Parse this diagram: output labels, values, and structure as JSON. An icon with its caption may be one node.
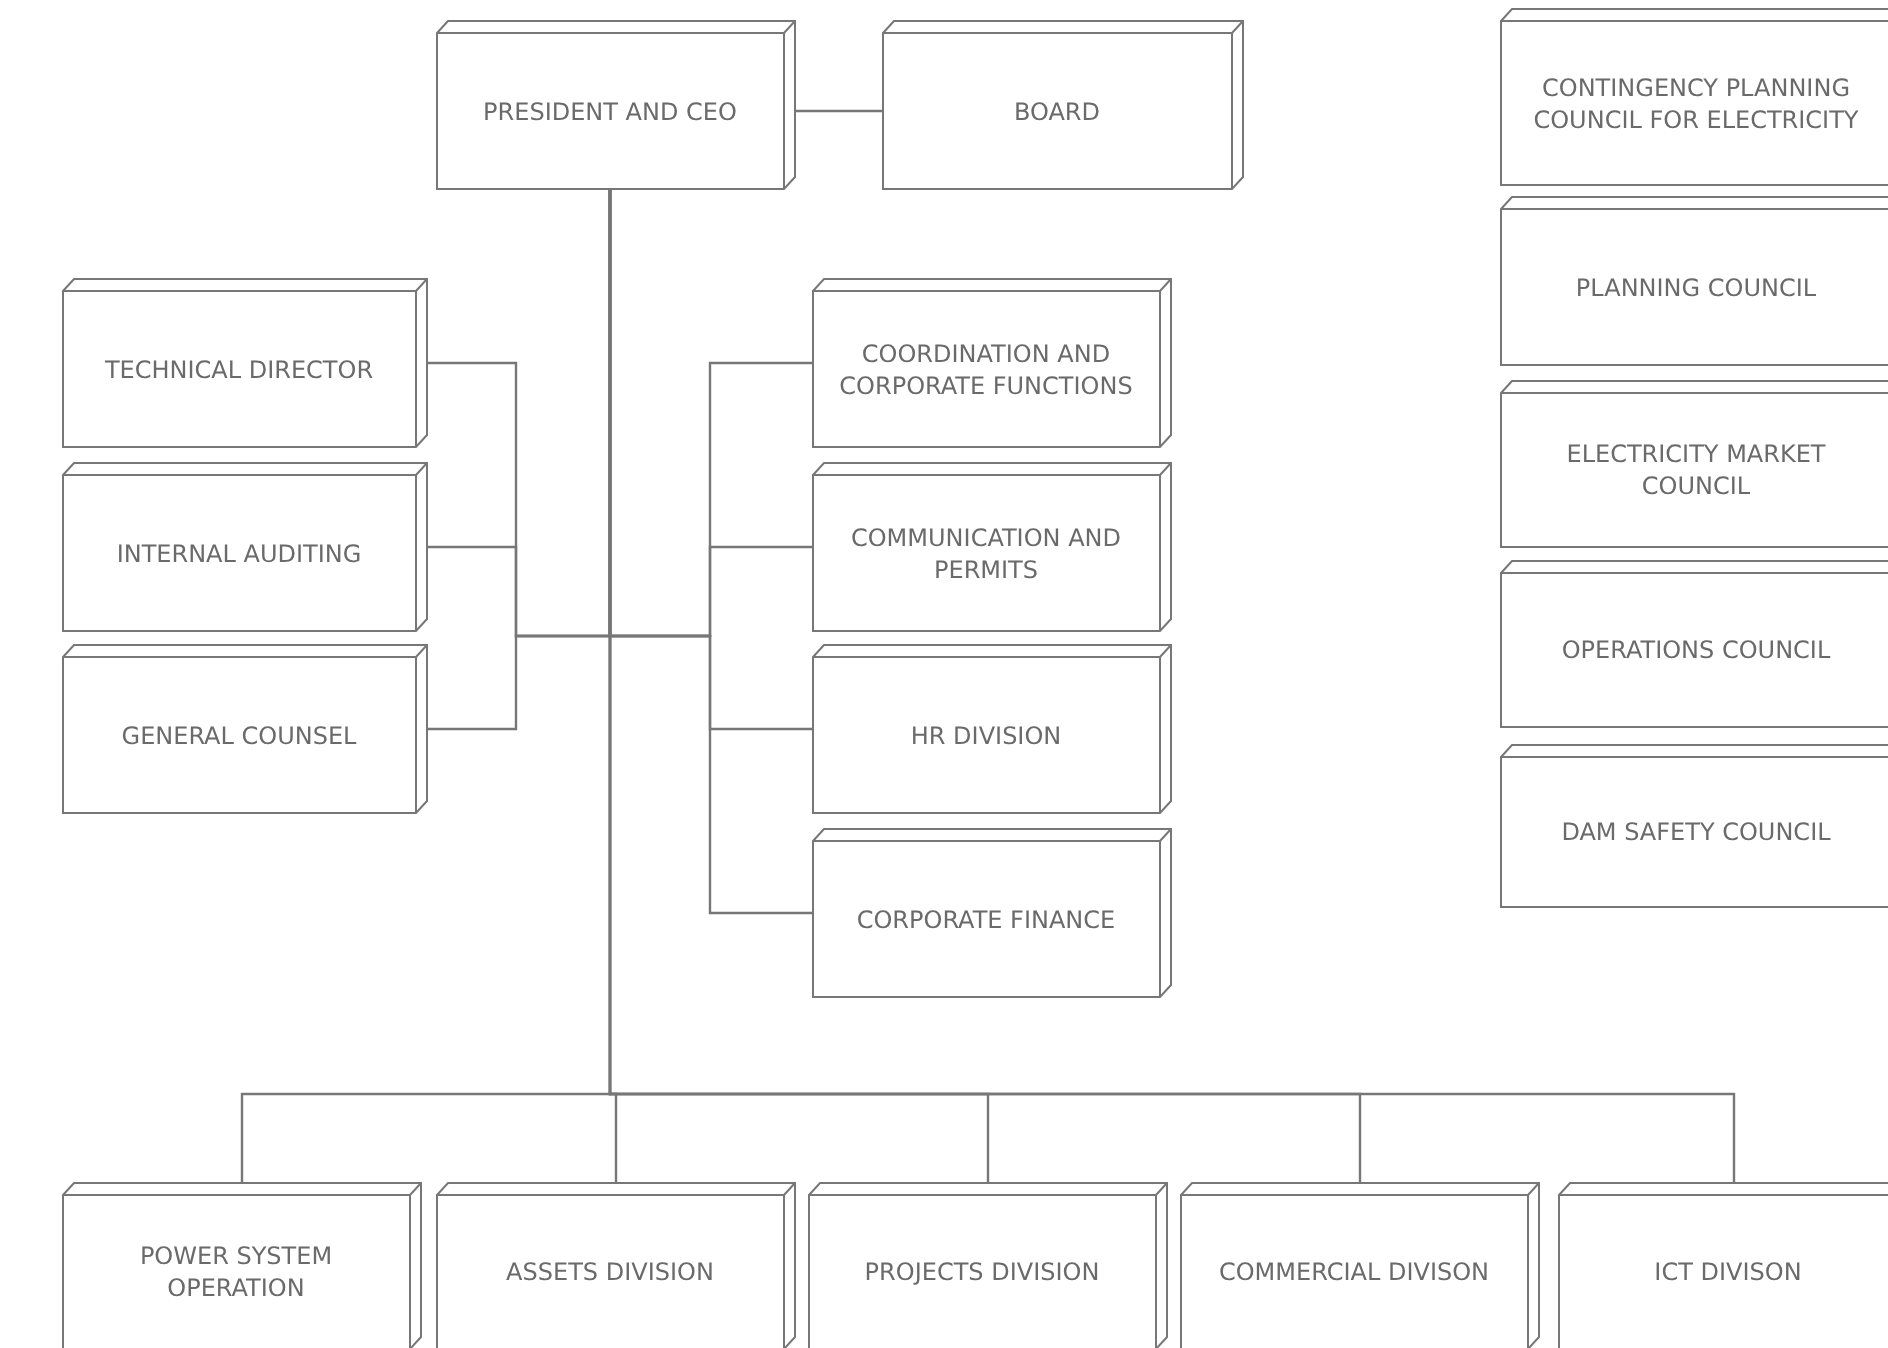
{
  "diagram": {
    "nodes": [
      {
        "text": [
          "PRESIDENT AND CEO"
        ]
      },
      {
        "text": [
          "BOARD"
        ]
      },
      {
        "text": [
          "CONTINGENCY PLANNING COUNCIL FOR ELECTRICITY"
        ]
      },
      {
        "text": [
          "PLANNING COUNCIL"
        ]
      },
      {
        "text": [
          "ELECTRICITY MARKET COUNCIL"
        ]
      },
      {
        "text": [
          "OPERATIONS COUNCIL"
        ]
      },
      {
        "text": [
          "DAM SAFETY COUNCIL"
        ]
      },
      {
        "text": [
          "TECHNICAL DIRECTOR"
        ]
      },
      {
        "text": [
          "INTERNAL AUDITING"
        ]
      },
      {
        "text": [
          "COORDINATION AND CORPORATE FUNCTIONS"
        ]
      },
      {
        "text": [
          "COMMUNICATION AND PERMITS"
        ]
      },
      {
        "text": [
          "GENERAL COUNSEL"
        ]
      },
      {
        "text": [
          "HR DIVISION"
        ]
      },
      {
        "text": [
          "CORPORATE FINANCE"
        ]
      },
      {
        "text": [
          "POWER SYSTEM OPERATION"
        ]
      },
      {
        "text": [
          "ASSETS DIVISION"
        ]
      },
      {
        "text": [
          "PROJECTS DIVISION"
        ]
      },
      {
        "text": [
          "COMMERCIAL DIVISON"
        ]
      },
      {
        "text": [
          "ICT DIVISON"
        ]
      }
    ],
    "edges": [
      {
        "from": 0,
        "to": 1,
        "arrow": "none"
      },
      {
        "from": 0,
        "to": 7,
        "arrow": "none"
      },
      {
        "from": 0,
        "to": 8,
        "arrow": "none"
      },
      {
        "from": 0,
        "to": 11,
        "arrow": "none"
      },
      {
        "from": 0,
        "to": 9,
        "arrow": "none"
      },
      {
        "from": 0,
        "to": 10,
        "arrow": "none"
      },
      {
        "from": 0,
        "to": 12,
        "arrow": "none"
      },
      {
        "from": 0,
        "to": 13,
        "arrow": "none"
      },
      {
        "from": 0,
        "to": 14,
        "arrow": "none"
      },
      {
        "from": 0,
        "to": 15,
        "arrow": "none"
      },
      {
        "from": 0,
        "to": 16,
        "arrow": "none"
      },
      {
        "from": 0,
        "to": 17,
        "arrow": "none"
      },
      {
        "from": 0,
        "to": 18,
        "arrow": "none"
      }
    ]
  }
}
